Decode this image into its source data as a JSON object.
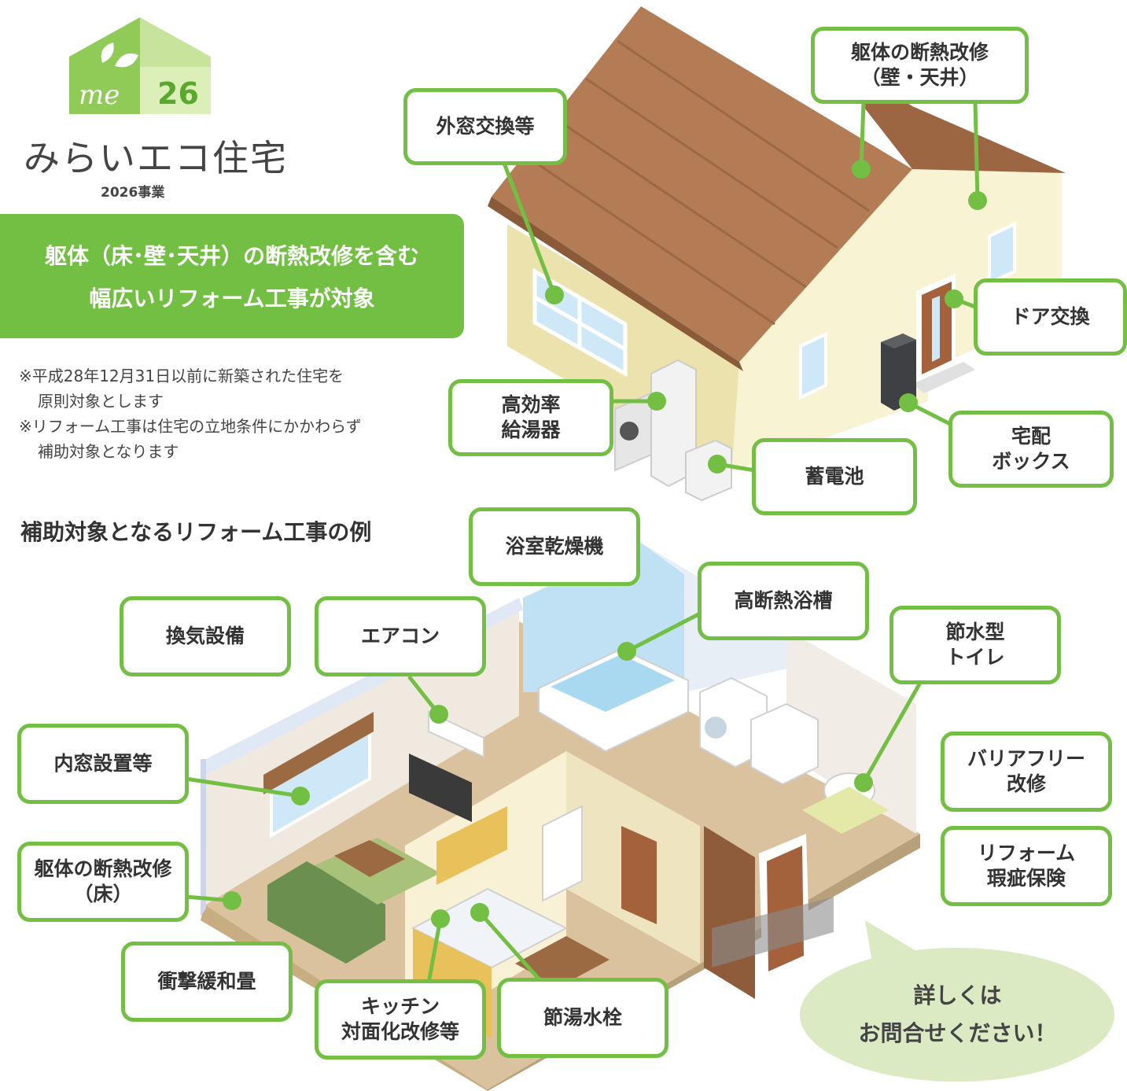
{
  "logo": {
    "badge_text": "me",
    "badge_number": "26",
    "title": "みらいエコ住宅",
    "subtitle": "2026事業"
  },
  "hero": {
    "line1": "躯体（床･壁･天井）の断熱改修を含む",
    "line2": "幅広いリフォーム工事が対象"
  },
  "notes": [
    "※平成28年12月31日以前に新築された住宅を",
    "原則対象とします",
    "※リフォーム工事は住宅の立地条件にかかわらず",
    "補助対象となります"
  ],
  "section_title": "補助対象となるリフォーム工事の例",
  "labels": {
    "outer_window": "外窓交換等",
    "body_wall_ceiling": "躯体の断熱改修\n（壁・天井）",
    "door": "ドア交換",
    "water_heater": "高効率\n給湯器",
    "battery": "蓄電池",
    "delivery_box": "宅配\nボックス",
    "bathroom_dryer": "浴室乾燥機",
    "insulated_bathtub": "高断熱浴槽",
    "ventilation": "換気設備",
    "air_conditioner": "エアコン",
    "water_saving_toilet": "節水型\nトイレ",
    "inner_window": "内窓設置等",
    "barrier_free": "バリアフリー\n改修",
    "body_floor": "躯体の断熱改修\n（床）",
    "reform_insurance": "リフォーム\n瑕疵保険",
    "tatami": "衝撃緩和畳",
    "kitchen": "キッチン\n対面化改修等",
    "faucet": "節湯水栓"
  },
  "bubble": {
    "line1": "詳しくは",
    "line2": "お問合せください！"
  },
  "colors": {
    "accent_green": "#72bf44",
    "roof_brown": "#b17a54",
    "wall_cream": "#f6f0c8",
    "bubble_green": "#dbeac2"
  }
}
